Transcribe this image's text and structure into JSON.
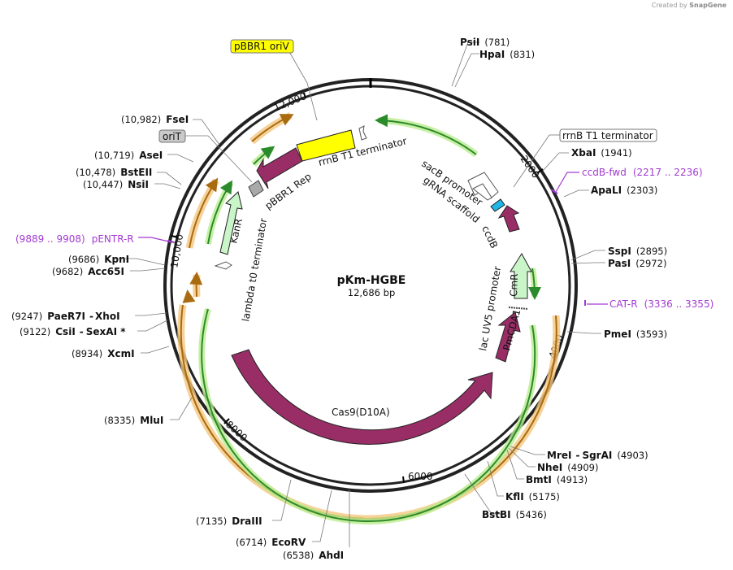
{
  "credit": {
    "prefix": "Created by",
    "brand": "SnapGene"
  },
  "map": {
    "name": "pKm-HGBE",
    "length_label": "12,686 bp",
    "length": 12686,
    "ticks": [
      "2000",
      "4000",
      "6000",
      "8000",
      "10,000",
      "12,000"
    ]
  },
  "features": [
    {
      "id": "f-psii-region",
      "label": "",
      "start": 12380,
      "end": 12560,
      "color": "#f5c77e",
      "dir": "cw",
      "track": "o1"
    },
    {
      "id": "f-lambda",
      "label": "lambda t0 terminator",
      "color": "#ffffff"
    },
    {
      "id": "f-pbbr1rep",
      "label": "pBBR1 Rep",
      "color": "#992e66"
    },
    {
      "id": "f-kanr",
      "label": "KanR",
      "color": "#c9f5c9"
    },
    {
      "id": "f-cas9",
      "label": "Cas9(D10A)",
      "color": "#992e66"
    },
    {
      "id": "f-cmr",
      "label": "CmR",
      "color": "#c9f5c9"
    },
    {
      "id": "f-ccdb",
      "label": "ccdB",
      "color": "#992e66"
    },
    {
      "id": "f-rrnb1",
      "label": "rrnB T1 terminator",
      "color": "#ffffff"
    },
    {
      "id": "f-sacb",
      "label": "sacB promoter",
      "color": "#ffffff"
    },
    {
      "id": "f-grna",
      "label": "gRNA scaffold",
      "color": "#ffffff"
    },
    {
      "id": "f-lacuv5",
      "label": "lac UV5 promoter",
      "color": "#ffffff"
    },
    {
      "id": "f-pmcda1",
      "label": "PmCDA1",
      "color": "#992e66"
    }
  ],
  "boxed_labels": {
    "oriV": "pBBR1 oriV",
    "oriT": "oriT",
    "rrnB": "rrnB T1 terminator"
  },
  "sites": [
    {
      "name": "PsiI",
      "pos": "(781)"
    },
    {
      "name": "HpaI",
      "pos": "(831)"
    },
    {
      "name": "XbaI",
      "pos": "(1941)"
    },
    {
      "name": "ApaLI",
      "pos": "(2303)"
    },
    {
      "name": "SspI",
      "pos": "(2895)"
    },
    {
      "name": "PasI",
      "pos": "(2972)"
    },
    {
      "name": "PmeI",
      "pos": "(3593)"
    },
    {
      "name": "MreI",
      "sep": "-",
      "name2": "SgrAI",
      "pos": "(4903)"
    },
    {
      "name": "NheI",
      "pos": "(4909)"
    },
    {
      "name": "BmtI",
      "pos": "(4913)"
    },
    {
      "name": "KflI",
      "pos": "(5175)"
    },
    {
      "name": "BstBI",
      "pos": "(5436)"
    },
    {
      "name": "AhdI",
      "pos": "(6538)"
    },
    {
      "name": "EcoRV",
      "pos": "(6714)"
    },
    {
      "name": "DraIII",
      "pos": "(7135)"
    },
    {
      "name": "MluI",
      "pos": "(8335)"
    },
    {
      "name": "XcmI",
      "pos": "(8934)"
    },
    {
      "name": "CsiI",
      "sep": "-",
      "name2": "SexAI *",
      "pos": "(9122)"
    },
    {
      "name": "PaeR7I",
      "sep": "-",
      "name2": "XhoI",
      "pos": "(9247)"
    },
    {
      "name": "Acc65I",
      "pos": "(9682)"
    },
    {
      "name": "KpnI",
      "pos": "(9686)"
    },
    {
      "name": "NsiI",
      "pos": "(10,447)"
    },
    {
      "name": "BstEII",
      "pos": "(10,478)"
    },
    {
      "name": "AseI",
      "pos": "(10,719)"
    },
    {
      "name": "FseI",
      "pos": "(10,982)"
    }
  ],
  "primers": [
    {
      "name": "ccdB-fwd",
      "range": "(2217 .. 2236)"
    },
    {
      "name": "CAT-R",
      "range": "(3336 .. 3355)"
    },
    {
      "name": "pENTR-R",
      "range": "(9889 .. 9908)"
    }
  ],
  "colors": {
    "backbone": "#000000",
    "cds": "#992e66",
    "marker": "#c9f5c9",
    "orange_track": "#f5c77e",
    "green_track": "#b9ec8f",
    "ori": "#ffff00",
    "primer": "#a23ad2",
    "ccdb_marker": "#1fb8e6"
  }
}
